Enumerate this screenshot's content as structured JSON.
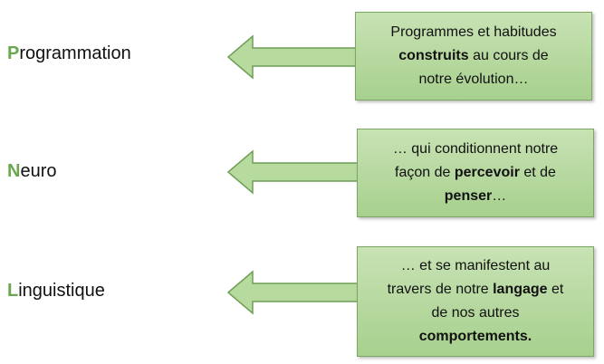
{
  "colors": {
    "accent_green": "#6aa84f",
    "box_fill": "#b4d89e",
    "box_border": "#7aa862",
    "arrow_fill": "#b7da9f",
    "arrow_stroke": "#6f9e55"
  },
  "rows": [
    {
      "term_initial": "P",
      "term_rest": "rogrammation",
      "text": [
        {
          "t": "Programmes et habitudes",
          "br": true
        },
        {
          "t": "construits",
          "b": true
        },
        {
          "t": " au cours de",
          "br": true
        },
        {
          "t": "notre évolution…"
        }
      ]
    },
    {
      "term_initial": "N",
      "term_rest": "euro",
      "text": [
        {
          "t": "… qui conditionnent notre",
          "br": true
        },
        {
          "t": "façon de "
        },
        {
          "t": "percevoir",
          "b": true
        },
        {
          "t": " et de",
          "br": true
        },
        {
          "t": "penser",
          "b": true
        },
        {
          "t": "…"
        }
      ]
    },
    {
      "term_initial": "L",
      "term_rest": "inguistique",
      "text": [
        {
          "t": "… et se manifestent au",
          "br": true
        },
        {
          "t": "travers de notre "
        },
        {
          "t": "langage",
          "b": true
        },
        {
          "t": " et",
          "br": true
        },
        {
          "t": "de nos autres",
          "br": true
        },
        {
          "t": "comportements.",
          "b": true
        }
      ]
    }
  ]
}
